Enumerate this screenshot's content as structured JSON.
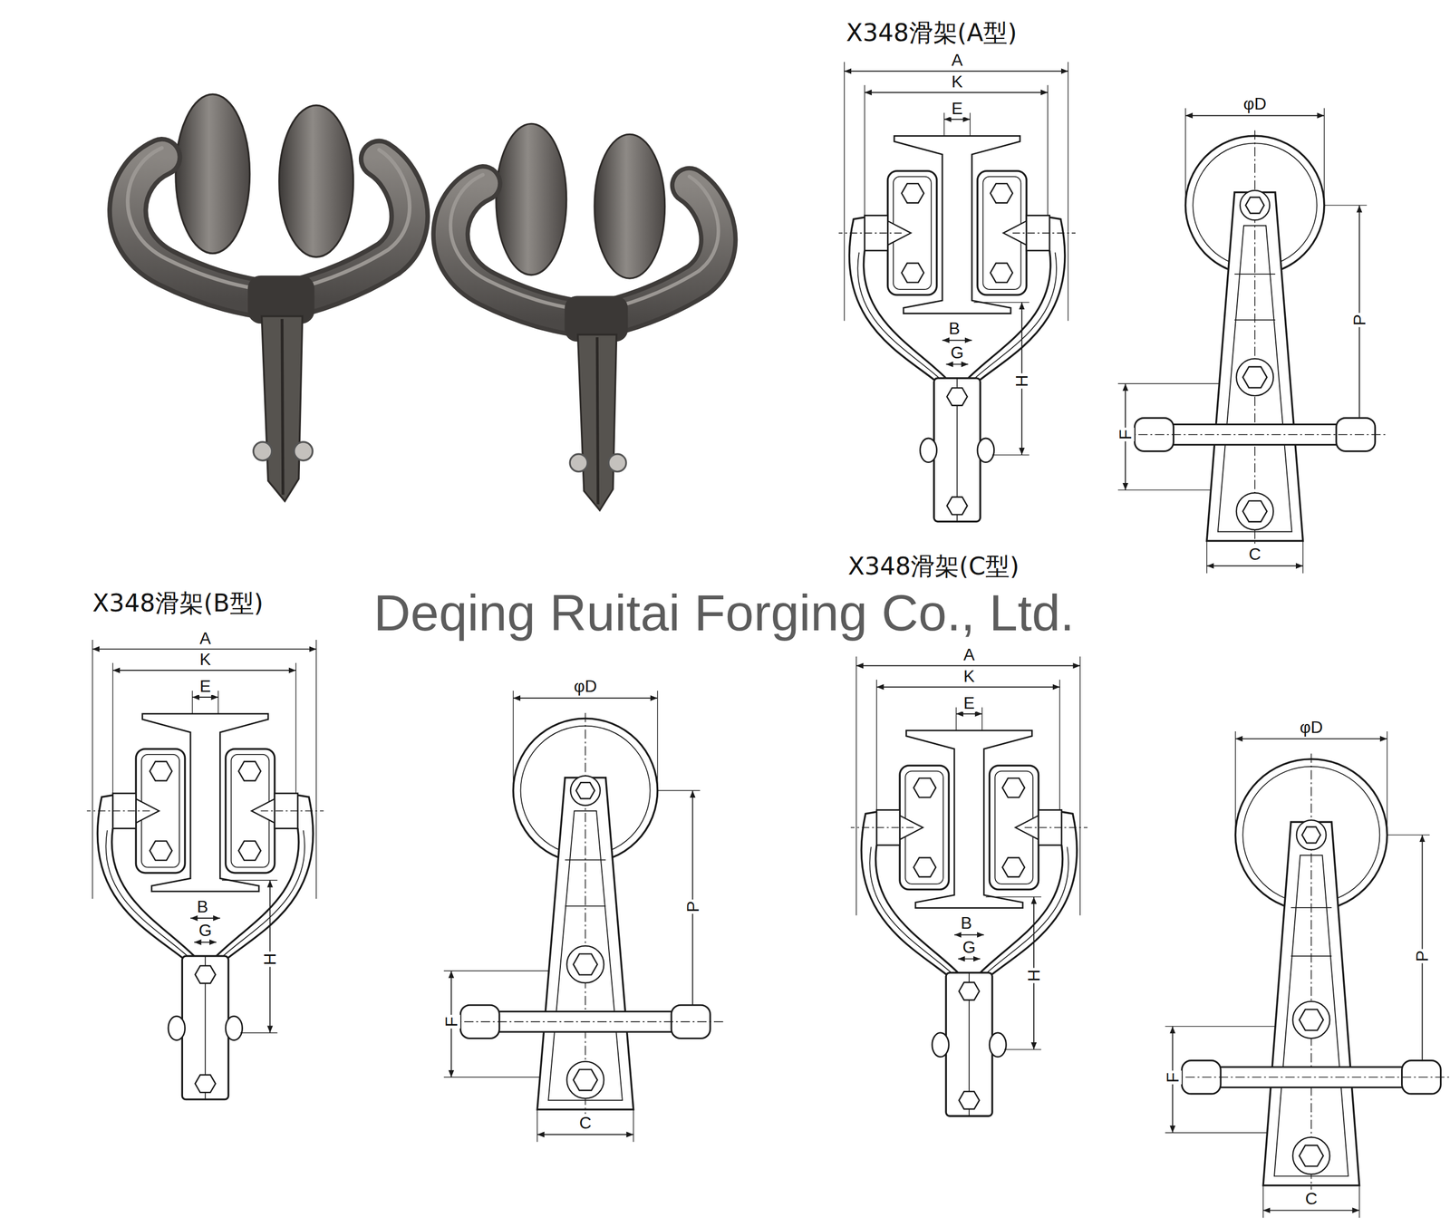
{
  "diagram": {
    "labels": [
      "X348滑架(A型)",
      "A",
      "K",
      "E",
      "B",
      "G",
      "H",
      "φD",
      "P",
      "F",
      "C",
      "X348滑架(B型)",
      "A",
      "K",
      "E",
      "B",
      "G",
      "H",
      "φD",
      "P",
      "F",
      "C",
      "Deqing Ruitai Forging Co., Ltd.",
      "X348滑架(C型)",
      "A",
      "K",
      "E",
      "B",
      "G",
      "H",
      "φD",
      "P",
      "F",
      "C"
    ]
  }
}
